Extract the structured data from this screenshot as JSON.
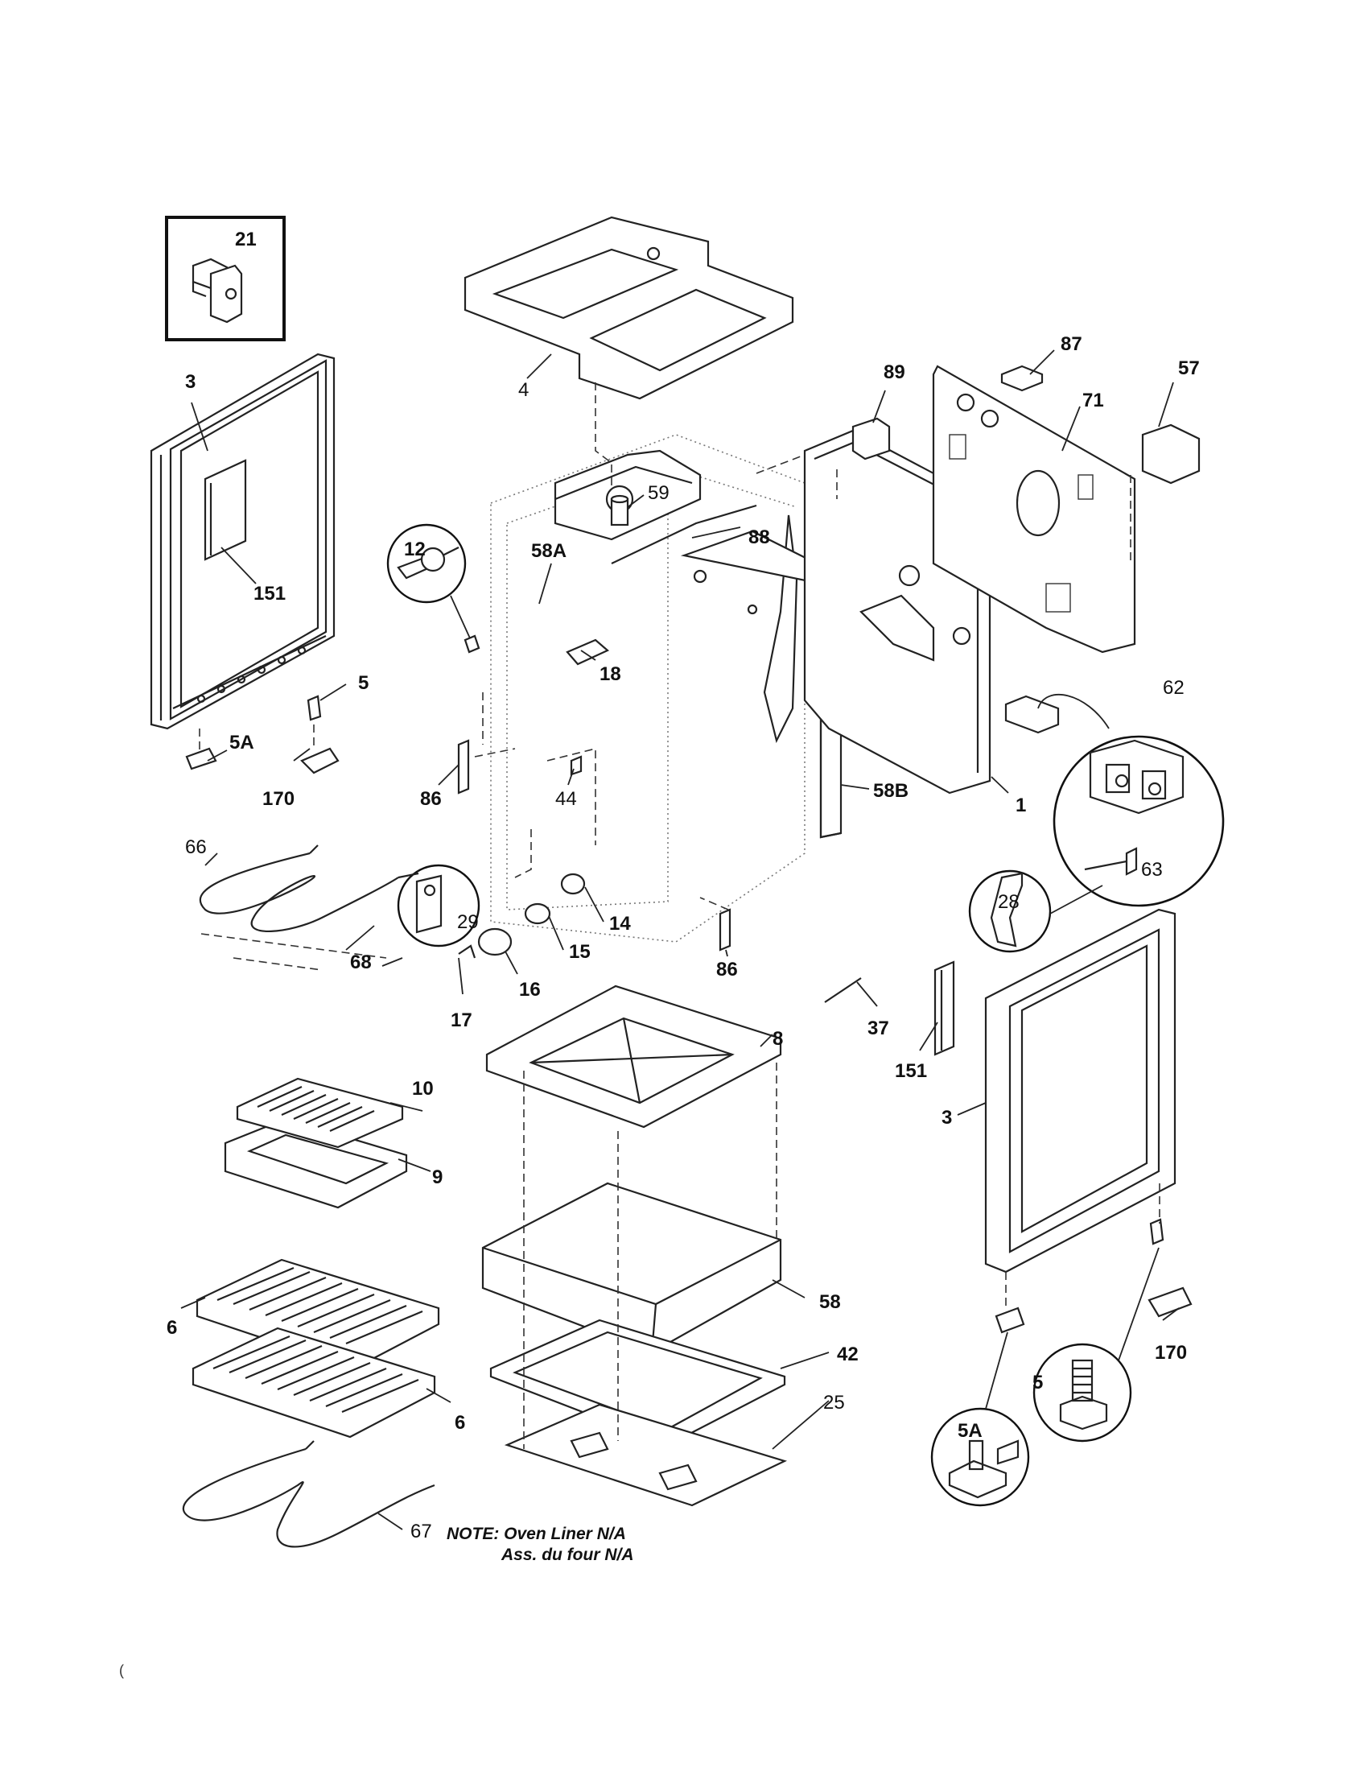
{
  "labels": {
    "p21": "21",
    "p3_left": "3",
    "p151_left": "151",
    "p5_left": "5",
    "p5a_left": "5A",
    "p170_left": "170",
    "p4": "4",
    "p59": "59",
    "p58a": "58A",
    "p12": "12",
    "p88": "88",
    "p18": "18",
    "p86_left": "86",
    "p44": "44",
    "p58b": "58B",
    "p89": "89",
    "p87": "87",
    "p57": "57",
    "p71": "71",
    "p1": "1",
    "p62": "62",
    "p63": "63",
    "p66": "66",
    "p68": "68",
    "p29": "29",
    "p14": "14",
    "p15": "15",
    "p16": "16",
    "p17": "17",
    "p86_right": "86",
    "p28": "28",
    "p37": "37",
    "p151_right": "151",
    "p3_right": "3",
    "p8": "8",
    "p10": "10",
    "p9": "9",
    "p6_upper": "6",
    "p6_lower": "6",
    "p58": "58",
    "p42": "42",
    "p25": "25",
    "p67": "67",
    "p170_right": "170",
    "p5_right": "5",
    "p5a_right": "5A"
  },
  "note": {
    "line1": "NOTE: Oven Liner N/A",
    "line2": "Ass. du four N/A"
  },
  "corner_mark": "("
}
